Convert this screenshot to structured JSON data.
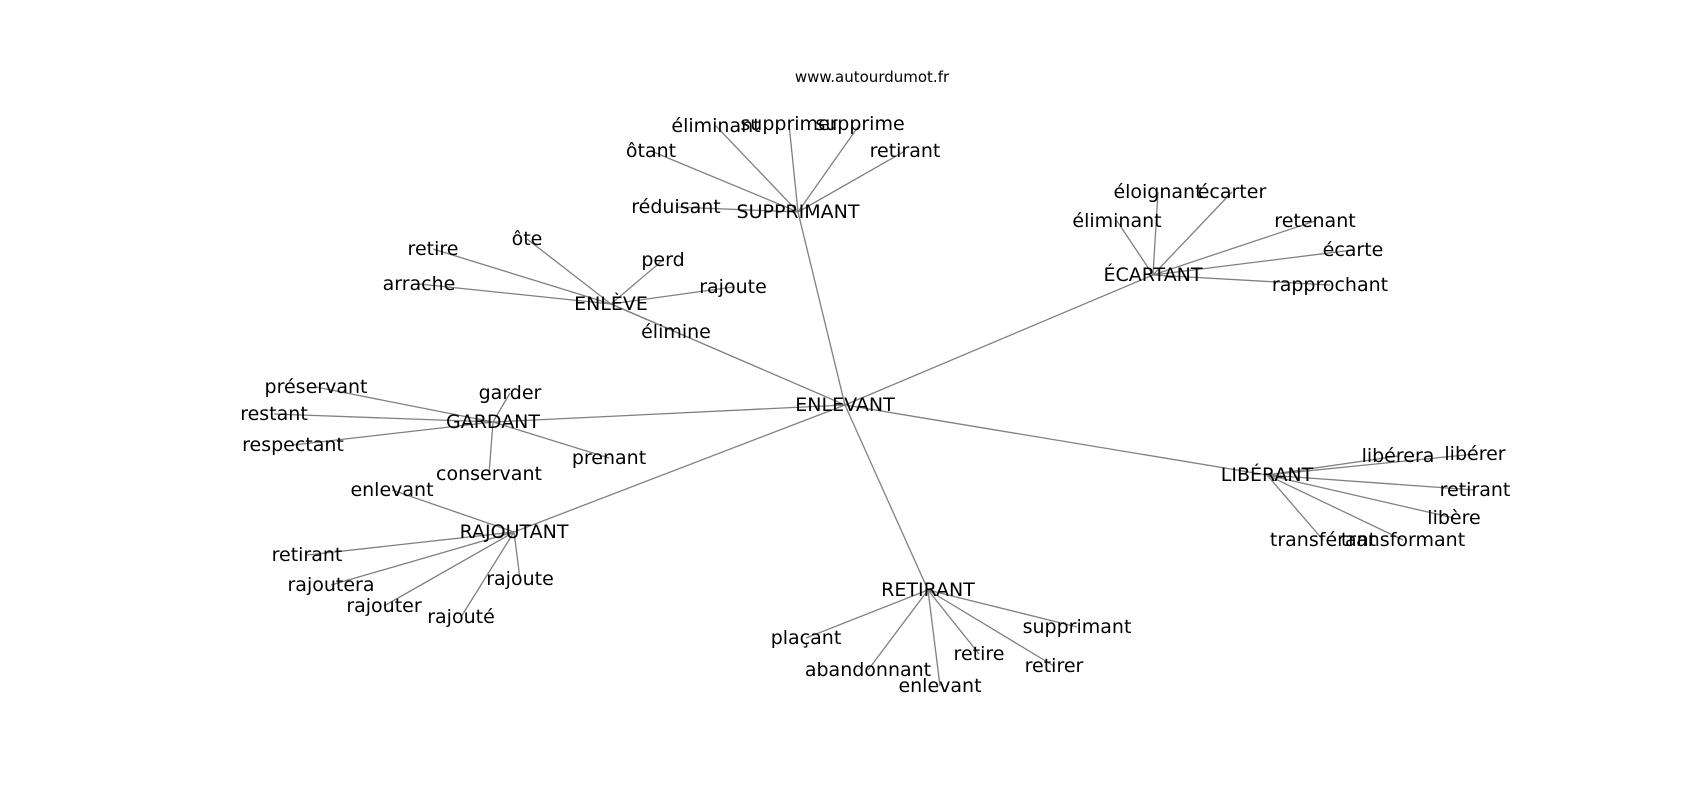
{
  "header": {
    "site": "www.autourdumot.fr"
  },
  "center": {
    "id": "c",
    "label": "ENLEVANT"
  },
  "hubs": [
    {
      "id": "h_supprimant",
      "label": "SUPPRIMANT",
      "leaves": [
        "éliminant",
        "supprimer",
        "supprime",
        "retirant",
        "ôtant",
        "réduisant"
      ]
    },
    {
      "id": "h_ecartant",
      "label": "ÉCARTANT",
      "leaves": [
        "éloignant",
        "écarter",
        "éliminant",
        "retenant",
        "écarte",
        "rapprochant"
      ]
    },
    {
      "id": "h_enleve",
      "label": "ENLÈVE",
      "leaves": [
        "ôte",
        "retire",
        "perd",
        "rajoute",
        "arrache",
        "élimine"
      ]
    },
    {
      "id": "h_gardant",
      "label": "GARDANT",
      "leaves": [
        "préservant",
        "garder",
        "restant",
        "respectant",
        "conservant",
        "prenant"
      ]
    },
    {
      "id": "h_rajoutant",
      "label": "RAJOUTANT",
      "leaves": [
        "enlevant",
        "retirant",
        "rajoutera",
        "rajoute",
        "rajouter",
        "rajouté"
      ]
    },
    {
      "id": "h_liberant",
      "label": "LIBÉRANT",
      "leaves": [
        "libérera",
        "libérer",
        "retirant",
        "libère",
        "transférant",
        "transformant"
      ]
    },
    {
      "id": "h_retirant",
      "label": "RETIRANT",
      "leaves": [
        "supprimant",
        "plaçant",
        "retire",
        "retirer",
        "abandonnant",
        "enlevant"
      ]
    }
  ]
}
